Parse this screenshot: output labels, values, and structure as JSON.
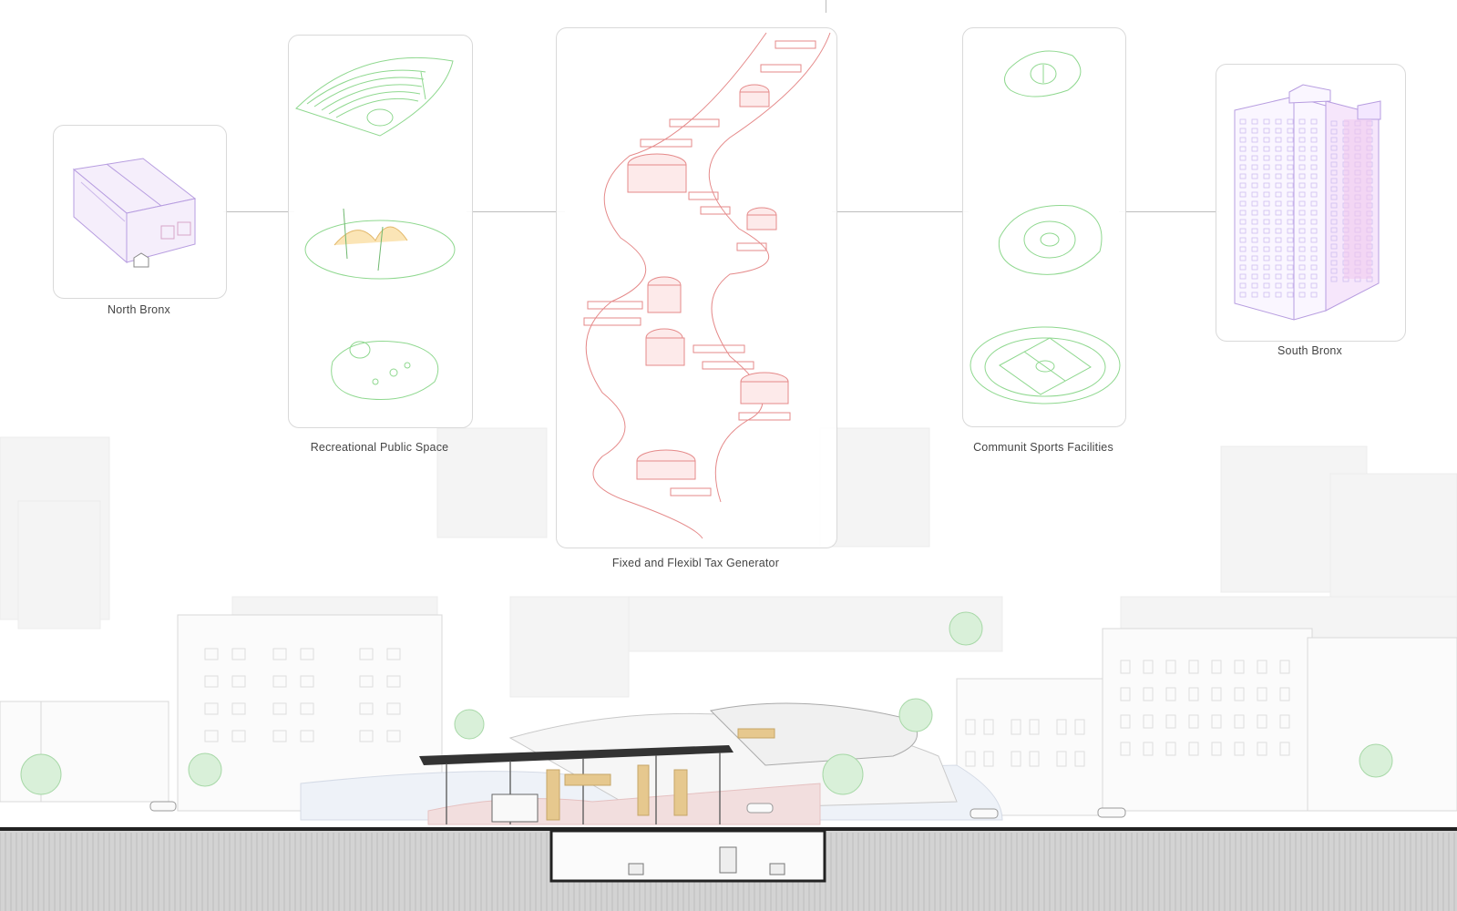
{
  "nodes": {
    "north_bronx": {
      "label": "North Bronx"
    },
    "recreational": {
      "label": "Recreational Public Space"
    },
    "tax_generator": {
      "label": "Fixed and Flexibl Tax Generator"
    },
    "sports": {
      "label": "Communit Sports Facilities"
    },
    "south_bronx": {
      "label": "South Bronx"
    }
  },
  "colors": {
    "green_lines": "#8fd88f",
    "red_lines": "#e58a8a",
    "purple_lines": "#b79de0",
    "card_border": "#d9d9d9",
    "ground_gray": "#cfcfcf"
  },
  "icons": {
    "north_bronx": "low-rise-warehouse-icon",
    "recreational": [
      "amphitheater-icon",
      "tent-canopy-icon",
      "garden-plaza-icon"
    ],
    "sports": [
      "small-court-icon",
      "circular-plaza-icon",
      "soccer-field-icon"
    ],
    "south_bronx": "high-rise-tower-icon"
  }
}
